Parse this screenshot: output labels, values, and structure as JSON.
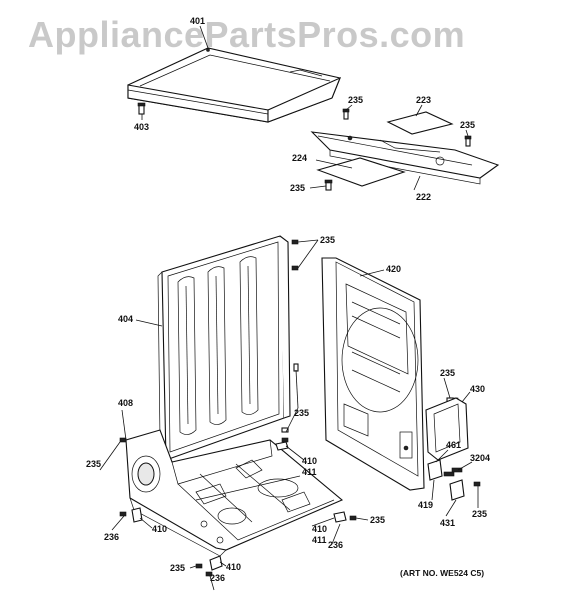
{
  "watermark": "AppliancePartsPros.com",
  "art_number": "(ART NO. WE524 C5)",
  "callouts": {
    "top_cover": "401",
    "top_cover_screw": "403",
    "vent_screw_top": "235",
    "filter_pad_top": "223",
    "vent_screw_right": "235",
    "filter_pad_left": "224",
    "vent_screw_left": "235",
    "vent_duct": "222",
    "cabinet_screws": "235",
    "front_panel": "420",
    "cabinet": "404",
    "panel_screw": "235",
    "access_cover": "430",
    "bracket_screw": "235",
    "side_bracket": "408",
    "hinge_410_a": "410",
    "hinge_411_a": "411",
    "left_screw": "235",
    "foot_236_a": "236",
    "hinge_410_b": "410",
    "latch": "461",
    "screw_set": "3204",
    "switch": "419",
    "switch_screw": "235",
    "lock": "431",
    "hinge_410_c": "410",
    "hinge_411_c": "411",
    "bottom_screw": "235",
    "foot_236_c": "236",
    "front_screw": "235",
    "hinge_410_d": "410",
    "foot_236_d": "236"
  }
}
